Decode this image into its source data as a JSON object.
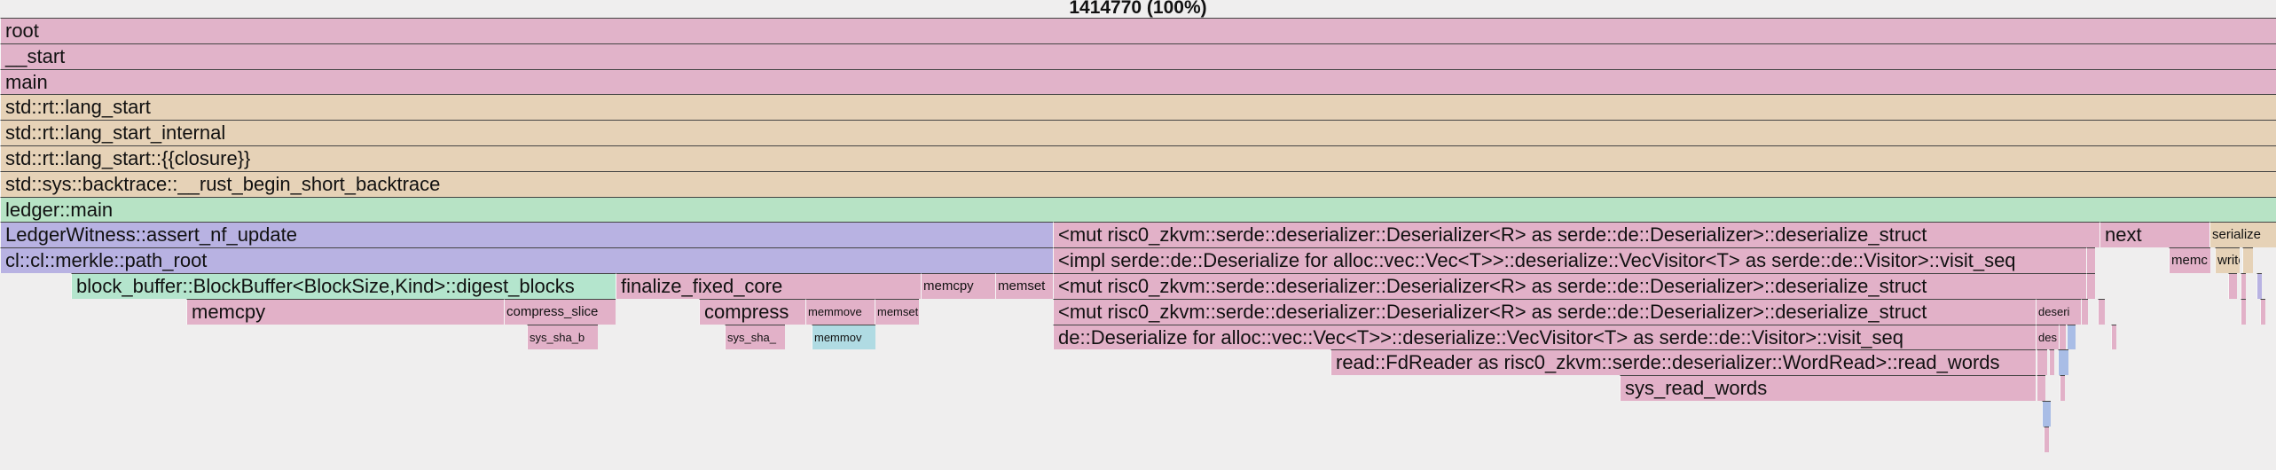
{
  "header": {
    "total_label": "1414770 (100%)"
  },
  "frames": [
    {
      "name": "root-frame",
      "label": "root",
      "c": "root"
    },
    {
      "name": "start-frame",
      "label": "__start",
      "c": "root"
    },
    {
      "name": "main-frame",
      "label": "main",
      "c": "root"
    },
    {
      "name": "lang-start-frame",
      "label": "std::rt::lang_start",
      "c": "std"
    },
    {
      "name": "lang-start-internal-frame",
      "label": "std::rt::lang_start_internal",
      "c": "std"
    },
    {
      "name": "lang-start-closure-frame",
      "label": "std::rt::lang_start::{{closure}}",
      "c": "std"
    },
    {
      "name": "backtrace-frame",
      "label": "std::sys::backtrace::__rust_begin_short_backtrace",
      "c": "std"
    },
    {
      "name": "ledger-main-frame",
      "label": "ledger::main",
      "c": "main"
    },
    {
      "name": "assert-nf-update-frame",
      "label": "LedgerWitness::assert_nf_update",
      "c": "purp"
    },
    {
      "name": "deserialize-struct-frame-1",
      "label": "<mut risc0_zkvm::serde::deserializer::Deserializer<R> as serde::de::Deserializer>::deserialize_struct",
      "c": "pink"
    },
    {
      "name": "next-frame",
      "label": "next",
      "c": "pink"
    },
    {
      "name": "serialize-frame",
      "label": "serialize",
      "c": "std",
      "size": "s"
    },
    {
      "name": "path-root-frame",
      "label": "cl::cl::merkle::path_root",
      "c": "purp"
    },
    {
      "name": "visit-seq-frame-1",
      "label": "<impl serde::de::Deserialize for alloc::vec::Vec<T>>::deserialize::VecVisitor<T> as serde::de::Visitor>::visit_seq",
      "c": "pink"
    },
    {
      "name": "next-memcpy-frame",
      "label": "memc",
      "c": "pink",
      "size": "s"
    },
    {
      "name": "write-frame",
      "label": "write",
      "c": "std",
      "size": "s"
    },
    {
      "name": "digest-blocks-frame",
      "label": "block_buffer::BlockBuffer<BlockSize,Kind>::digest_blocks",
      "c": "teal"
    },
    {
      "name": "finalize-fixed-core-frame",
      "label": "finalize_fixed_core",
      "c": "pink"
    },
    {
      "name": "memcpy-frame-2",
      "label": "memcpy",
      "c": "pink",
      "size": "s"
    },
    {
      "name": "memset-frame",
      "label": "memset",
      "c": "pink",
      "size": "s"
    },
    {
      "name": "deserialize-struct-frame-2",
      "label": "<mut risc0_zkvm::serde::deserializer::Deserializer<R> as serde::de::Deserializer>::deserialize_struct",
      "c": "pink"
    },
    {
      "name": "memcpy-frame-1",
      "label": "memcpy",
      "c": "pink"
    },
    {
      "name": "compress-slice-frame",
      "label": "compress_slice",
      "c": "pink",
      "size": "s"
    },
    {
      "name": "compress-frame",
      "label": "compress",
      "c": "pink"
    },
    {
      "name": "memmove-frame-1",
      "label": "memmove",
      "c": "pink",
      "size": "xs"
    },
    {
      "name": "memset-frame-2",
      "label": "memset",
      "c": "pink",
      "size": "xs"
    },
    {
      "name": "deserialize-struct-frame-3",
      "label": "<mut risc0_zkvm::serde::deserializer::Deserializer<R> as serde::de::Deserializer>::deserialize_struct",
      "c": "pink"
    },
    {
      "name": "deser-frame-small-1",
      "label": "deseri",
      "c": "pink",
      "size": "xs"
    },
    {
      "name": "sys-sha-buffer-frame-1",
      "label": "sys_sha_b",
      "c": "pink",
      "size": "xs"
    },
    {
      "name": "sys-sha-buffer-frame-2",
      "label": "sys_sha_",
      "c": "pink",
      "size": "xs"
    },
    {
      "name": "memmove-frame-2",
      "label": "memmov",
      "c": "cyan",
      "size": "xs"
    },
    {
      "name": "visit-seq-frame-2",
      "label": "de::Deserialize for alloc::vec::Vec<T>>::deserialize::VecVisitor<T> as serde::de::Visitor>::visit_seq",
      "c": "pink"
    },
    {
      "name": "deser-frame-small-2",
      "label": "des",
      "c": "pink",
      "size": "xs"
    },
    {
      "name": "read-words-frame",
      "label": "read::FdReader as risc0_zkvm::serde::deserializer::WordRead>::read_words",
      "c": "pink"
    },
    {
      "name": "sys-read-words-frame",
      "label": "sys_read_words",
      "c": "pink"
    }
  ],
  "slivers": {
    "colors": [
      "#e2b1c8",
      "#a9bde6",
      "#e6d2b7",
      "#b8b2e2"
    ]
  }
}
